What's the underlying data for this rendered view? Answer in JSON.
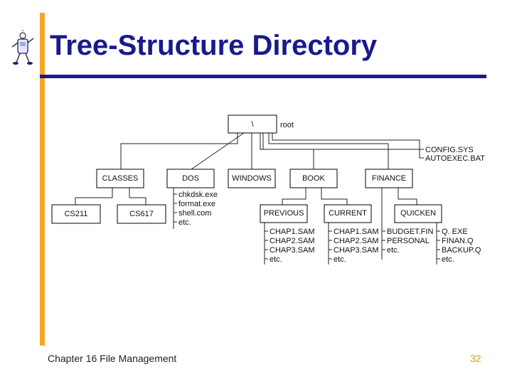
{
  "title": "Tree-Structure Directory",
  "footer": {
    "left": "Chapter 16 File Management",
    "page": "32"
  },
  "colors": {
    "title": "#1a1a8c",
    "accent_bar": "#f5a623",
    "page_number": "#e39b17"
  },
  "logo_icon": "robot-mascot-icon",
  "tree": {
    "root": {
      "label": "\\",
      "note": "root"
    },
    "root_files": [
      "CONFIG.SYS",
      "AUTOEXEC.BAT"
    ],
    "dirs": {
      "classes": "CLASSES",
      "dos": "DOS",
      "windows": "WINDOWS",
      "book": "BOOK",
      "finance": "FINANCE",
      "cs211": "CS211",
      "cs617": "CS617",
      "previous": "PREVIOUS",
      "current": "CURRENT",
      "quicken": "QUICKEN"
    },
    "dos_files": [
      "chkdsk.exe",
      "format.exe",
      "shell.com",
      "etc."
    ],
    "previous_files": [
      "CHAP1.SAM",
      "CHAP2.SAM",
      "CHAP3.SAM",
      "etc."
    ],
    "current_files": [
      "CHAP1.SAM",
      "CHAP2.SAM",
      "CHAP3.SAM",
      "etc."
    ],
    "finance_files": [
      "BUDGET.FIN",
      "PERSONAL",
      "etc."
    ],
    "quicken_files": [
      "Q. EXE",
      "FINAN.Q",
      "BACKUP.Q",
      "etc."
    ]
  }
}
